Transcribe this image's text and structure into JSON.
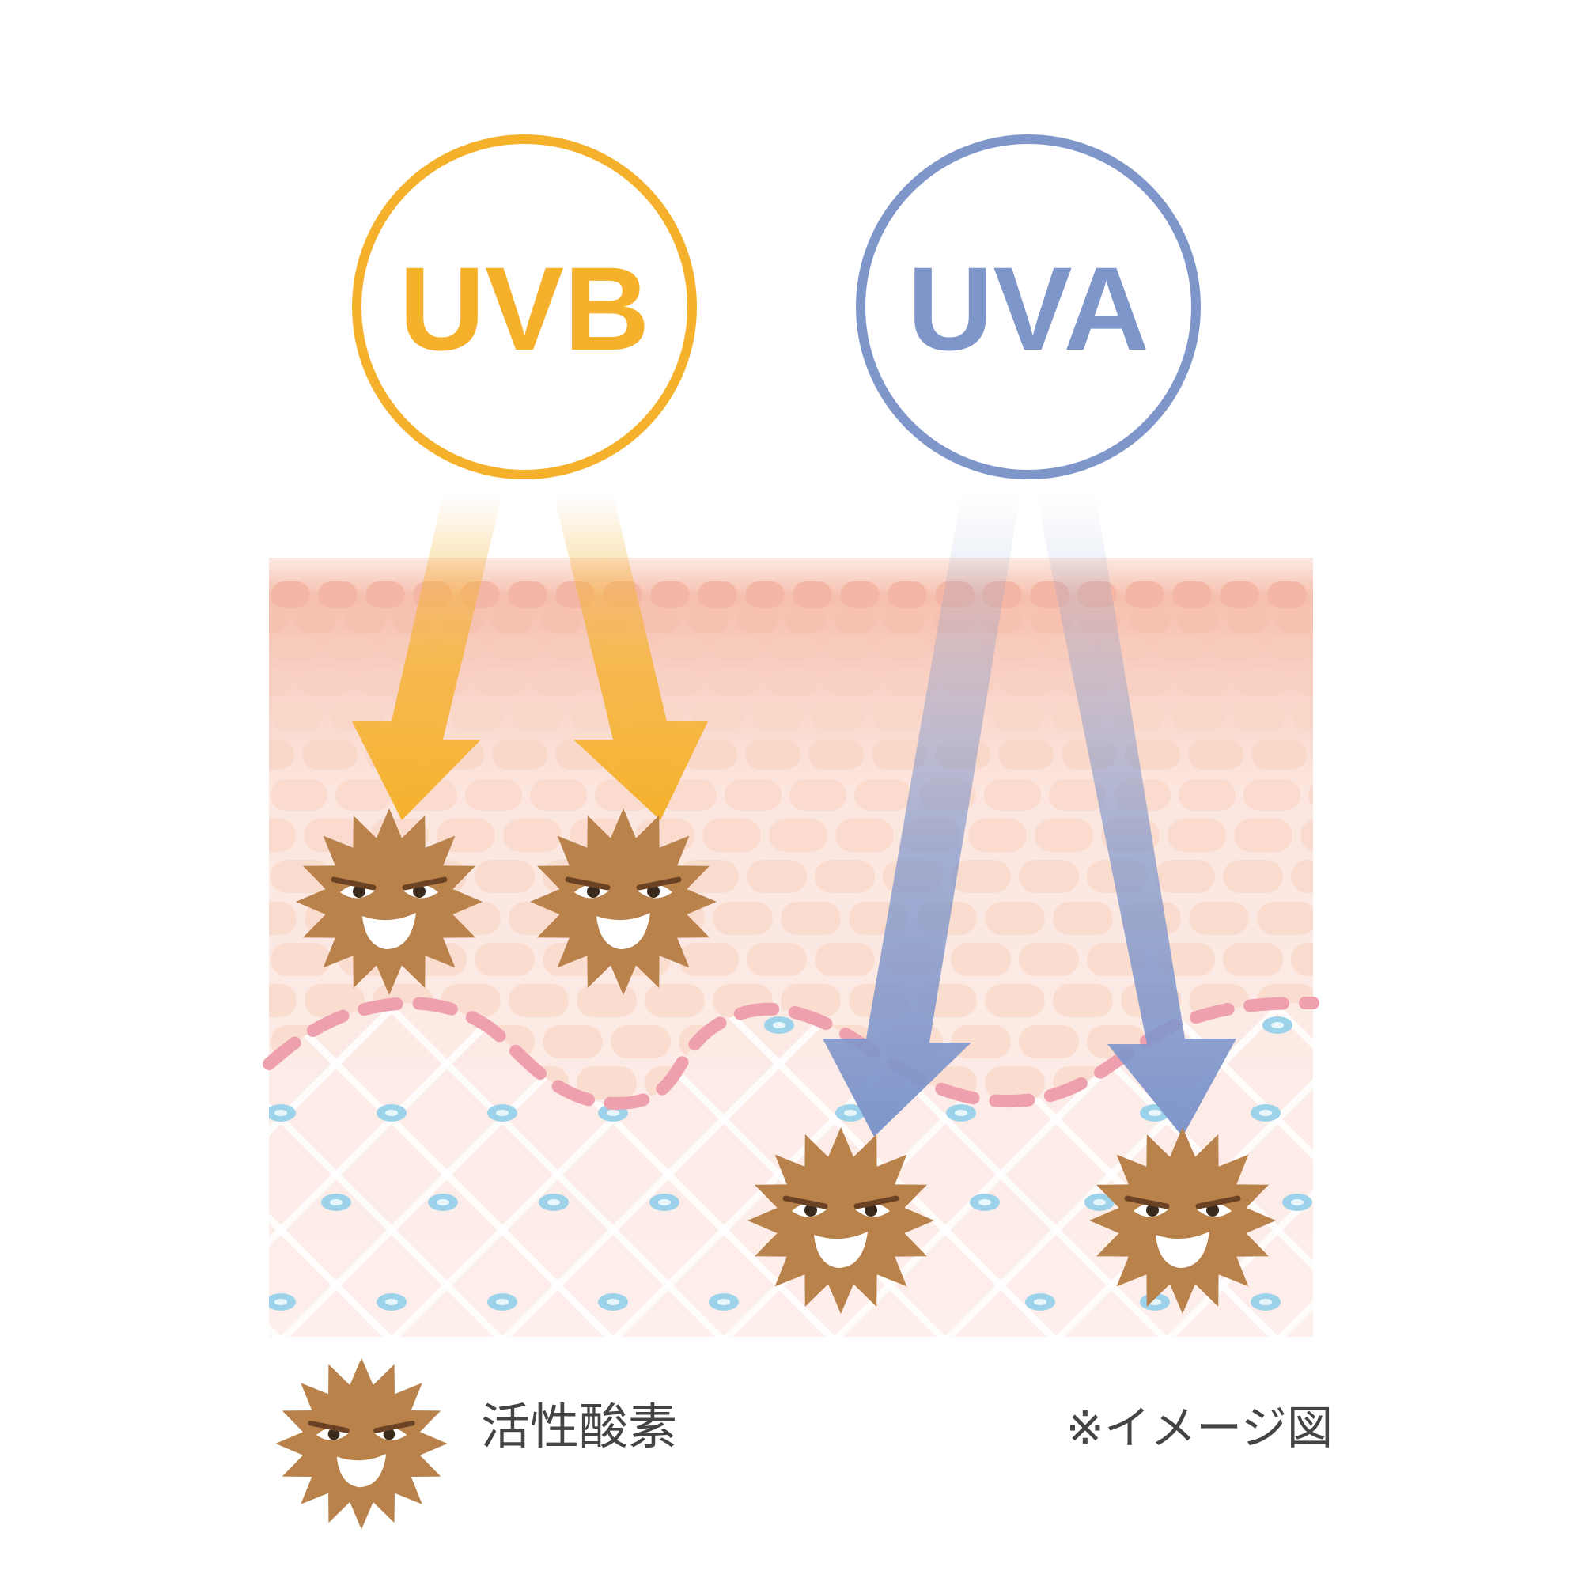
{
  "uvb": {
    "label": "UVB",
    "color": "#F5B12C"
  },
  "uva": {
    "label": "UVA",
    "color": "#7F96CB"
  },
  "legend": {
    "label": "活性酸素",
    "icon": "reactive-oxygen-icon",
    "icon_color": "#B9824A"
  },
  "note": "※イメージ図",
  "colors": {
    "skin_top": "#F6BFAE",
    "skin_light": "#FCEBE6",
    "epidermis_cell": "#F9D8C9",
    "basement_dash": "#EFA0AE",
    "dermis_lattice": "#FFFFFF",
    "dermis_dot": "#9DD3EA"
  }
}
